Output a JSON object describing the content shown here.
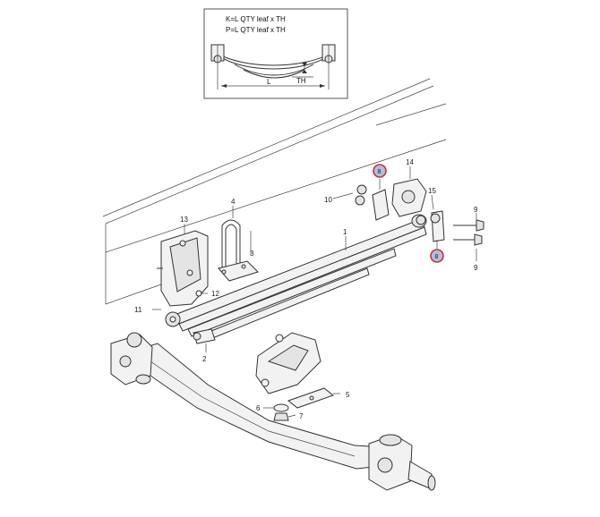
{
  "inset": {
    "line1": "K=L  QTY leaf x TH",
    "line2": "P=L  QTY leaf x TH",
    "dim_length": "L",
    "dim_thickness": "TH"
  },
  "callouts": {
    "c1": "1",
    "c2": "2",
    "c3": "3",
    "c4": "4",
    "c5": "5",
    "c6": "6",
    "c7": "7",
    "c8a": "8",
    "c8b": "8",
    "c9a": "9",
    "c9b": "9",
    "c10": "10",
    "c11": "11",
    "c12": "12",
    "c13": "13",
    "c14": "14",
    "c15": "15"
  },
  "colors": {
    "highlight_ring": "#d0312d",
    "highlight_fill": "#aebfe0"
  }
}
